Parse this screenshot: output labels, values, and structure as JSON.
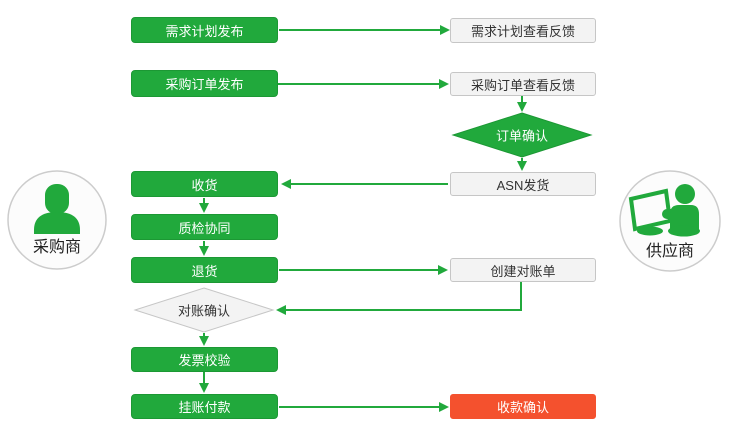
{
  "colors": {
    "node_green": "#21a93c",
    "node_green_border": "#1c9834",
    "node_gray_fill": "#f3f3f3",
    "node_gray_border": "#c6c6c6",
    "node_red": "#f4512e",
    "text_dark": "#333333",
    "text_light": "#ffffff"
  },
  "actors": {
    "buyer": {
      "label": "采购商",
      "icon": "person-icon"
    },
    "supplier": {
      "label": "供应商",
      "icon": "person-with-computer-icon"
    }
  },
  "nodes": {
    "demand_plan_publish": {
      "label": "需求计划发布",
      "type": "process",
      "lane": "buyer"
    },
    "po_publish": {
      "label": "采购订单发布",
      "type": "process",
      "lane": "buyer"
    },
    "receive": {
      "label": "收货",
      "type": "process",
      "lane": "buyer"
    },
    "quality_collab": {
      "label": "质检协同",
      "type": "process",
      "lane": "buyer"
    },
    "return_goods": {
      "label": "退货",
      "type": "process",
      "lane": "buyer"
    },
    "recon_confirm": {
      "label": "对账确认",
      "type": "decision",
      "lane": "buyer"
    },
    "invoice_check": {
      "label": "发票校验",
      "type": "process",
      "lane": "buyer"
    },
    "ledger_payment": {
      "label": "挂账付款",
      "type": "process",
      "lane": "buyer"
    },
    "demand_plan_feedback": {
      "label": "需求计划查看反馈",
      "type": "process",
      "lane": "supplier"
    },
    "po_feedback": {
      "label": "采购订单查看反馈",
      "type": "process",
      "lane": "supplier"
    },
    "order_confirm": {
      "label": "订单确认",
      "type": "decision",
      "lane": "supplier"
    },
    "asn_ship": {
      "label": "ASN发货",
      "type": "process",
      "lane": "supplier"
    },
    "create_statement": {
      "label": "创建对账单",
      "type": "process",
      "lane": "supplier"
    },
    "receipt_confirm": {
      "label": "收款确认",
      "type": "end",
      "lane": "supplier"
    }
  },
  "edges": [
    {
      "from": "demand_plan_publish",
      "to": "demand_plan_feedback"
    },
    {
      "from": "po_publish",
      "to": "po_feedback"
    },
    {
      "from": "po_feedback",
      "to": "order_confirm"
    },
    {
      "from": "order_confirm",
      "to": "asn_ship"
    },
    {
      "from": "asn_ship",
      "to": "receive"
    },
    {
      "from": "receive",
      "to": "quality_collab"
    },
    {
      "from": "quality_collab",
      "to": "return_goods"
    },
    {
      "from": "return_goods",
      "to": "create_statement"
    },
    {
      "from": "create_statement",
      "to": "recon_confirm"
    },
    {
      "from": "recon_confirm",
      "to": "invoice_check"
    },
    {
      "from": "invoice_check",
      "to": "ledger_payment"
    },
    {
      "from": "ledger_payment",
      "to": "receipt_confirm"
    }
  ]
}
